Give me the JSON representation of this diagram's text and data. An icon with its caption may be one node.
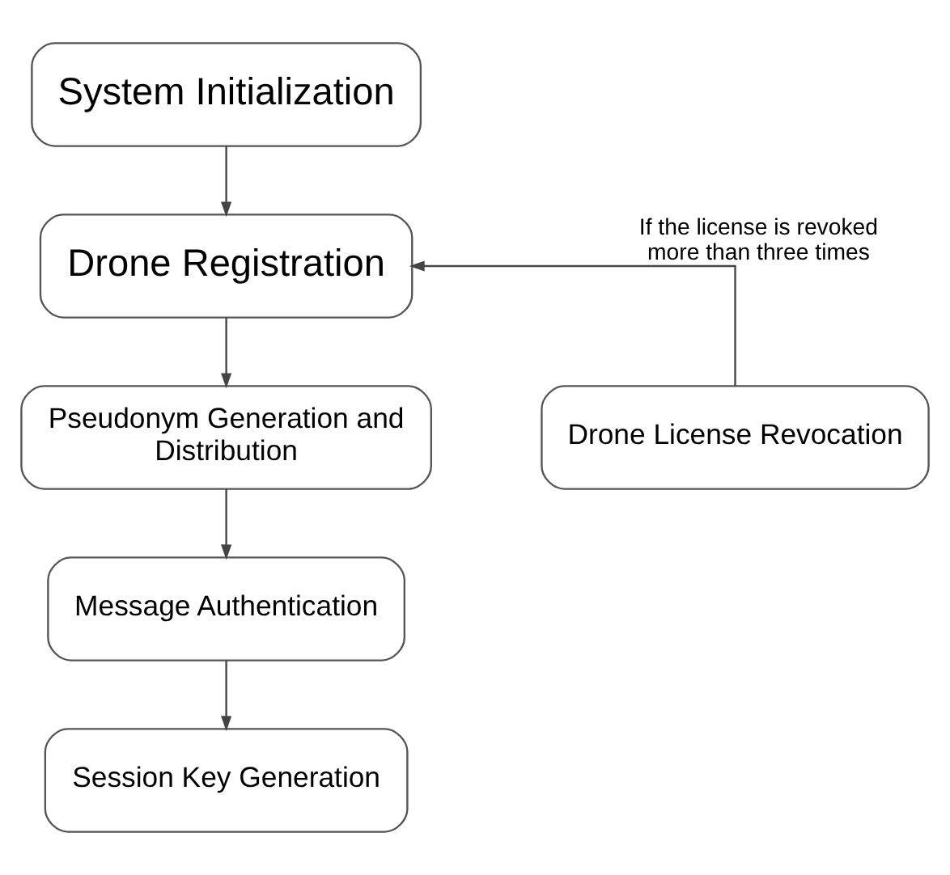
{
  "diagram": {
    "nodes": [
      {
        "text": [
          "System Initialization"
        ]
      },
      {
        "text": [
          "Drone Registration"
        ]
      },
      {
        "text": [
          "Pseudonym Generation and Distribution"
        ]
      },
      {
        "text": [
          "Message Authentication"
        ]
      },
      {
        "text": [
          "Session Key Generation"
        ]
      },
      {
        "text": [
          "Drone License Revocation"
        ]
      }
    ],
    "edges": [
      {
        "from": 0,
        "to": 1,
        "arrow": "to"
      },
      {
        "from": 1,
        "to": 2,
        "arrow": "to"
      },
      {
        "from": 2,
        "to": 3,
        "arrow": "to"
      },
      {
        "from": 3,
        "to": 4,
        "arrow": "to"
      },
      {
        "from": 5,
        "to": 1,
        "arrow": "to",
        "label": "If the license is revoked more than three times"
      }
    ]
  }
}
